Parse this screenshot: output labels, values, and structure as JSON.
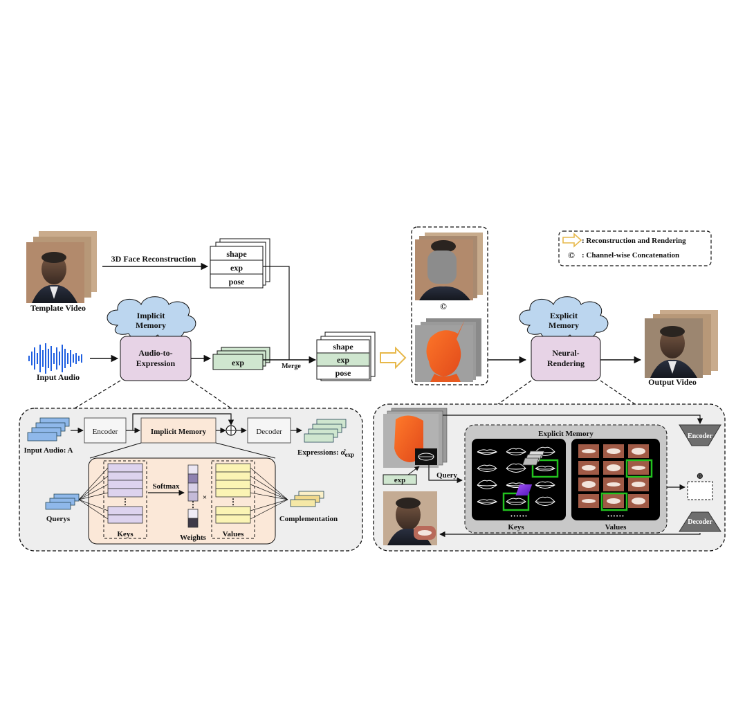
{
  "labels": {
    "face_recon": "3D Face Reconstruction",
    "template_video": "Template Video",
    "input_audio": "Input Audio",
    "implicit_memory_cloud": [
      "Implicit",
      "Memory"
    ],
    "audio_to_expression": [
      "Audio-to-",
      "Expression"
    ],
    "merge": "Merge",
    "output_video": "Output Video",
    "explicit_memory_cloud": [
      "Explicit",
      "Memory"
    ],
    "neural_rendering": [
      "Neural-",
      "Rendering"
    ]
  },
  "param_stack_top": [
    "shape",
    "exp",
    "pose"
  ],
  "param_stack_exp": "exp",
  "param_stack_merged": [
    "shape",
    "exp",
    "pose"
  ],
  "concat_symbol": "©",
  "legend": {
    "items": [
      {
        "symbol": "arrow",
        "text": ": Reconstruction and Rendering"
      },
      {
        "symbol": "©",
        "text": ": Channel-wise Concatenation"
      }
    ]
  },
  "implicit_panel": {
    "input_audio": "Input Audio: A",
    "encoder": "Encoder",
    "implicit_memory": "Implicit Memory",
    "decoder": "Decoder",
    "expressions": "Expressions: α̂",
    "expressions_sub": "exp",
    "softmax": "Softmax",
    "multiply": "×",
    "querys": "Querys",
    "keys": "Keys",
    "weights": "Weights",
    "values": "Values",
    "complementation": "Complementation",
    "ellipsis": "⋮"
  },
  "explicit_panel": {
    "title": "Explicit Memory",
    "exp": "exp",
    "query": "Query",
    "keys": "Keys",
    "values": "Values",
    "dots": "• • • • • •",
    "encoder": "Encoder",
    "decoder": "Decoder",
    "plus": "⊕"
  },
  "colors": {
    "purple_box": "#e7d3e6",
    "cloud": "#bcd6ef",
    "green": "#cfe6cf",
    "panel_bg": "#eeeeee",
    "peach": "#fbe8d8",
    "key_purple": "#ddd3ee",
    "value_yellow": "#fbf4b4",
    "highlight_green": "#22c21e",
    "audio_blue": "#1f5fe0"
  }
}
